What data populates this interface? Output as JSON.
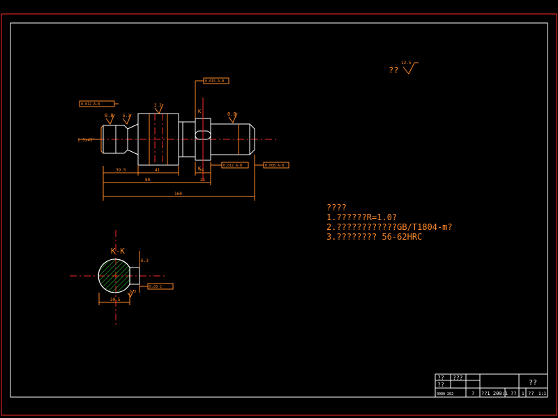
{
  "colors": {
    "orange": "#ff8a2a",
    "red": "#ff2a2a",
    "white": "#ffffff",
    "background": "#000000",
    "hatch": "#2bbf2b"
  },
  "roughness_note": {
    "label": "??",
    "value": "12.5"
  },
  "tech_requirements": {
    "title": "????",
    "items": [
      "1.??????R=1.0?",
      "2.????????????GB/T1804-m?",
      "3.????????  56-62HRC"
    ]
  },
  "drawing": {
    "chamfer": "1.5x45°",
    "roughness_marks": [
      "0.8",
      "6.3",
      "3.2",
      "0.8"
    ],
    "frame_tol_left": "0.012 A-B",
    "frame_tol_top": "0.015 A-B",
    "frame_tol_mid": "0.012 A-B",
    "frame_tol_right": "0.008 A-B",
    "dims": {
      "d1": "39.5",
      "d2": "41",
      "d3": "14",
      "d4": "80",
      "d5": "21",
      "d6": "160"
    },
    "section_mark": "K",
    "section_label": "K-K",
    "section_dims": {
      "d1": "30.5",
      "d2": "6.3",
      "d3": "6.3",
      "frame": "0.03 C"
    }
  },
  "title_block": {
    "r1c1": "??",
    "r1c2": "???",
    "r2c1": "??",
    "right_title": "??",
    "drawing_no": "0000-202",
    "b2": "?",
    "b3": "??1 200:1",
    "b4": "??",
    "b5": "1",
    "b6": "??",
    "b7": "1:1"
  }
}
